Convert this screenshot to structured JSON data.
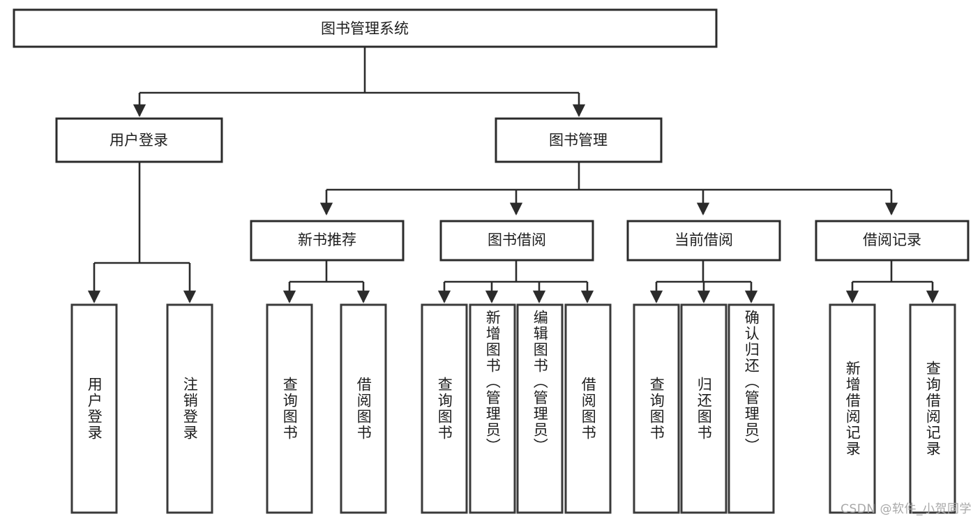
{
  "diagram": {
    "title": "图书管理系统",
    "type": "tree-hierarchy",
    "watermark": "CSDN @软件_小贺同学",
    "colors": {
      "box_stroke": "#2b2b2b",
      "box_fill": "#ffffff",
      "edge": "#2b2b2b",
      "text": "#1d1d1d",
      "watermark": "#a8a8a8",
      "background": "#ffffff"
    },
    "root": {
      "label": "图书管理系统"
    },
    "level1": [
      {
        "label": "用户登录"
      },
      {
        "label": "图书管理"
      }
    ],
    "level2": [
      {
        "label": "新书推荐"
      },
      {
        "label": "图书借阅"
      },
      {
        "label": "当前借阅"
      },
      {
        "label": "借阅记录"
      }
    ],
    "leaves": {
      "user_login": [
        {
          "label": "用户登录"
        },
        {
          "label": "注销登录"
        }
      ],
      "new_book_recommend": [
        {
          "label": "查询图书"
        },
        {
          "label": "借阅图书"
        }
      ],
      "book_borrow": [
        {
          "label": "查询图书"
        },
        {
          "label": "新增图书（管理员）"
        },
        {
          "label": "编辑图书（管理员）"
        },
        {
          "label": "借阅图书"
        }
      ],
      "current_borrow": [
        {
          "label": "查询图书"
        },
        {
          "label": "归还图书"
        },
        {
          "label": "确认归还（管理员）"
        }
      ],
      "borrow_record": [
        {
          "label": "新增借阅记录"
        },
        {
          "label": "查询借阅记录"
        }
      ]
    }
  }
}
